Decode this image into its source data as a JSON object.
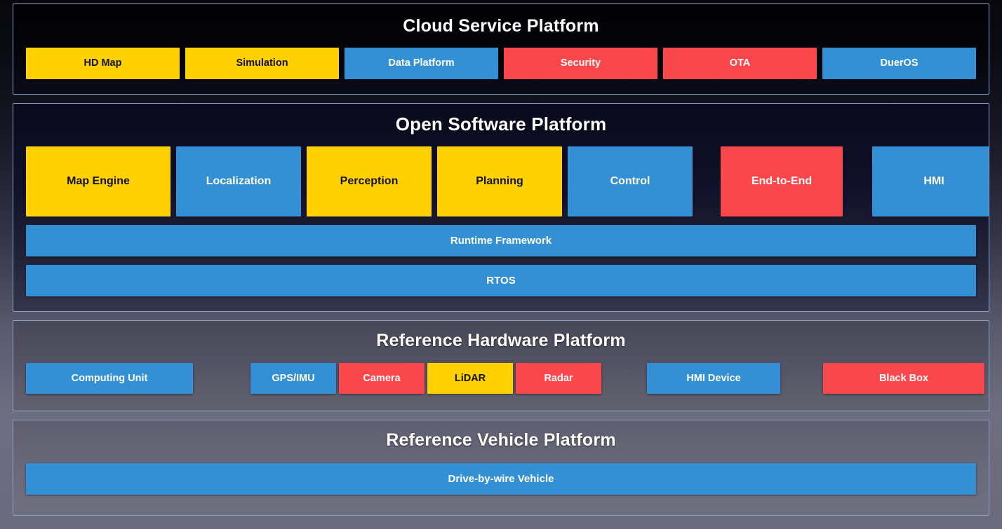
{
  "colors": {
    "yellow": "#ffd100",
    "blue": "#3490d4",
    "red": "#f9474b",
    "section_border": "#8aa4cc",
    "title_text": "#ffffff"
  },
  "sections": {
    "cloud": {
      "title": "Cloud Service Platform",
      "items": [
        {
          "label": "HD Map",
          "color": "yellow"
        },
        {
          "label": "Simulation",
          "color": "yellow"
        },
        {
          "label": "Data Platform",
          "color": "blue"
        },
        {
          "label": "Security",
          "color": "red"
        },
        {
          "label": "OTA",
          "color": "red"
        },
        {
          "label": "DuerOS",
          "color": "blue"
        }
      ]
    },
    "software": {
      "title": "Open Software Platform",
      "modules": [
        {
          "label": "Map Engine",
          "color": "yellow"
        },
        {
          "label": "Localization",
          "color": "blue"
        },
        {
          "label": "Perception",
          "color": "yellow"
        },
        {
          "label": "Planning",
          "color": "yellow"
        },
        {
          "label": "Control",
          "color": "blue"
        },
        {
          "label": "End-to-End",
          "color": "red"
        },
        {
          "label": "HMI",
          "color": "blue"
        }
      ],
      "bars": [
        {
          "label": "Runtime Framework",
          "color": "blue"
        },
        {
          "label": "RTOS",
          "color": "blue"
        }
      ]
    },
    "hardware": {
      "title": "Reference Hardware Platform",
      "items": [
        {
          "label": "Computing Unit",
          "color": "blue"
        },
        {
          "label": "GPS/IMU",
          "color": "blue"
        },
        {
          "label": "Camera",
          "color": "red"
        },
        {
          "label": "LiDAR",
          "color": "yellow"
        },
        {
          "label": "Radar",
          "color": "red"
        },
        {
          "label": "HMI Device",
          "color": "blue"
        },
        {
          "label": "Black Box",
          "color": "red"
        }
      ]
    },
    "vehicle": {
      "title": "Reference Vehicle Platform",
      "items": [
        {
          "label": "Drive-by-wire Vehicle",
          "color": "blue"
        }
      ]
    }
  }
}
